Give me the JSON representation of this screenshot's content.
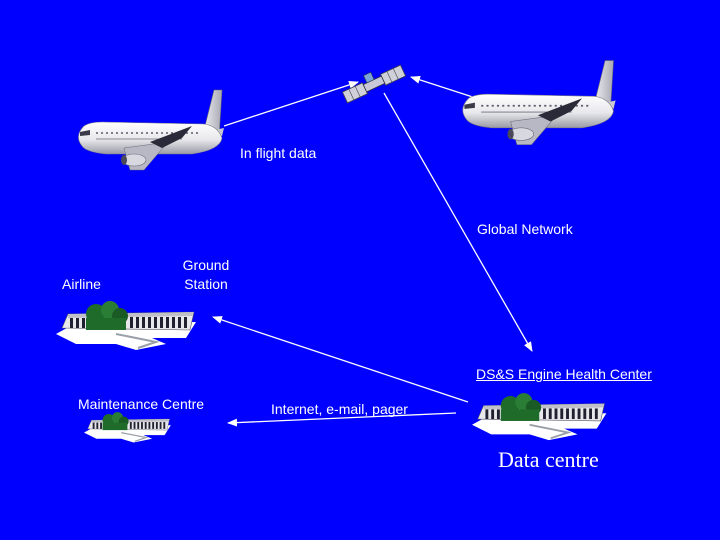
{
  "colors": {
    "background": "#0000ff",
    "text": "#ffffff",
    "arrow": "#ffffff"
  },
  "labels": {
    "in_flight_data": "In flight data",
    "global_network": "Global Network",
    "airline": "Airline",
    "ground_station": "Ground\nStation",
    "health_center": "DS&S Engine Health Center",
    "maintenance_centre": "Maintenance Centre",
    "internet": "Internet, e-mail, pager",
    "data_centre": "Data centre"
  },
  "icons": {
    "left_plane": "airplane-icon",
    "right_plane": "airplane-icon",
    "satellite": "satellite-icon",
    "airline_building": "building-icon",
    "maintenance_building": "building-icon",
    "data_centre_building": "building-icon"
  }
}
